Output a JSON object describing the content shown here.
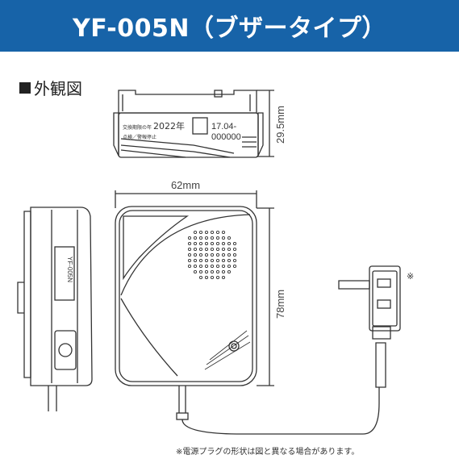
{
  "header": {
    "title": "YF-005N（ブザータイプ）"
  },
  "section": {
    "label": "外観図"
  },
  "top_view": {
    "line1_prefix": "交換期限の年",
    "year": "2022年",
    "line2_prefix": "点検／警報停止",
    "serial_a": "17.04-",
    "serial_b": "000000"
  },
  "dimensions": {
    "depth": "29.5mm",
    "width": "62mm",
    "height": "78mm"
  },
  "side_view": {
    "model": "YF-005N"
  },
  "plug": {
    "mark": "※"
  },
  "footnote": "※電源プラグの形状は図と異なる場合があります。",
  "colors": {
    "header_bg": "#1763a8",
    "line": "#333333"
  }
}
